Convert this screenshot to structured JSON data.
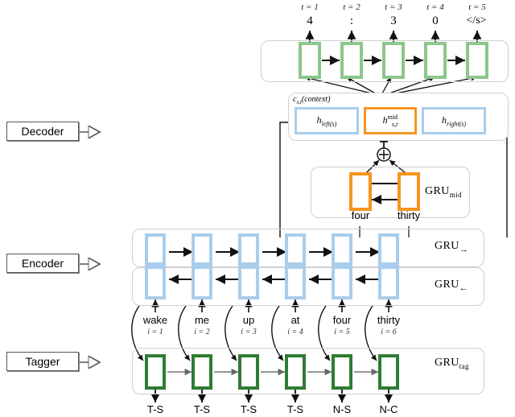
{
  "stages": [
    {
      "name": "decoder",
      "label": "Decoder"
    },
    {
      "name": "encoder",
      "label": "Encoder"
    },
    {
      "name": "tagger",
      "label": "Tagger"
    }
  ],
  "decoder": {
    "timesteps": [
      "t = 1",
      "t = 2",
      "t = 3",
      "t = 4",
      "t = 5"
    ],
    "outputs": [
      "4",
      ":",
      "3",
      "0",
      "</s>"
    ],
    "cell_color": "#8cc68c"
  },
  "context": {
    "label": "c_{s,t}(context)",
    "label_base": "c",
    "label_sub": "s,t",
    "label_tail": "(context)",
    "slots": [
      {
        "name": "h-left",
        "base": "h",
        "sub": "left(s)",
        "sup": "",
        "arrow": "right",
        "color": "#a9cdeb"
      },
      {
        "name": "h-mid",
        "base": "h",
        "sub": "s,t",
        "sup": "mid",
        "arrow": "none",
        "color": "#f6941e"
      },
      {
        "name": "h-right",
        "base": "h",
        "sub": "right(s)",
        "sup": "",
        "arrow": "left",
        "color": "#a9cdeb"
      }
    ],
    "plus_symbol": "+"
  },
  "gru_mid": {
    "label_main": "GRU",
    "label_sub": "mid",
    "words": [
      "four",
      "thirty"
    ],
    "cell_color": "#f6941e"
  },
  "encoder": {
    "forward": {
      "label_main": "GRU",
      "label_sub": "→"
    },
    "backward": {
      "label_main": "GRU",
      "label_sub": "←"
    },
    "cell_color": "#a9cdeb",
    "num_cells": 6
  },
  "input_words": [
    {
      "word": "wake",
      "index": "i = 1"
    },
    {
      "word": "me",
      "index": "i = 2"
    },
    {
      "word": "up",
      "index": "i = 3"
    },
    {
      "word": "at",
      "index": "i = 4"
    },
    {
      "word": "four",
      "index": "i = 5"
    },
    {
      "word": "thirty",
      "index": "i = 6"
    }
  ],
  "tagger": {
    "label_main": "GRU",
    "label_sub": "tag",
    "cell_color": "#2e7d32",
    "tags": [
      "T-S",
      "T-S",
      "T-S",
      "T-S",
      "N-S",
      "N-C"
    ]
  }
}
